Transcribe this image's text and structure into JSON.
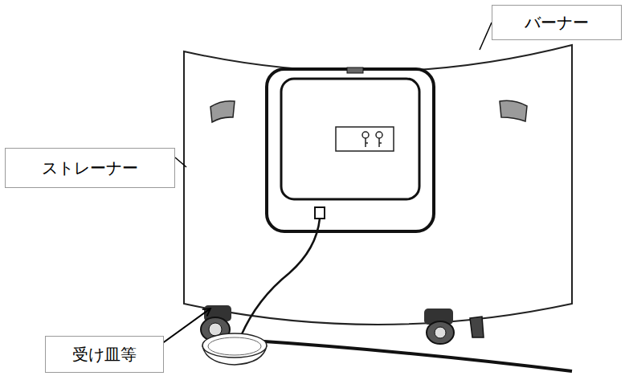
{
  "diagram": {
    "nodes": [
      {
        "text": [
          "バーナー"
        ]
      },
      {
        "text": [
          "ストレーナー"
        ]
      },
      {
        "text": [
          "受け皿等"
        ]
      }
    ]
  }
}
